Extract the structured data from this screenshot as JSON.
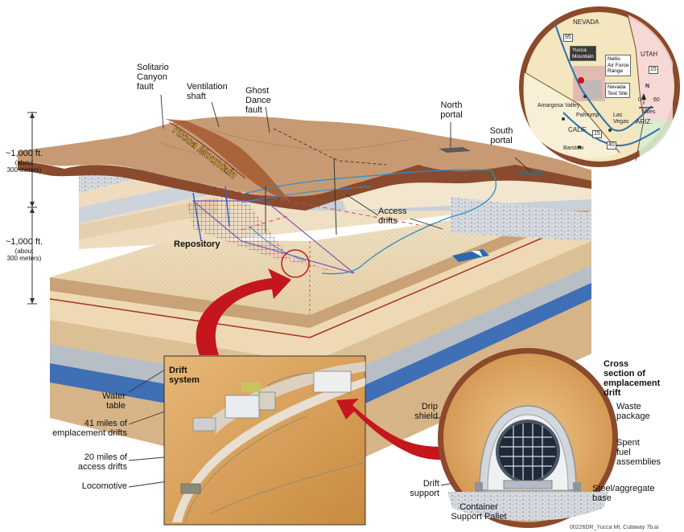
{
  "labels": {
    "solitario": "Solitario\nCanyon\nfault",
    "ventilation": "Ventilation\nshaft",
    "ghost_dance": "Ghost\nDance\nfault",
    "north_portal": "North\nportal",
    "south_portal": "South\nportal",
    "yucca_mountain": "Yucca Mountain",
    "depth_upper": "~1,000 ft.",
    "depth_upper_sub": "(about\n300 meters)",
    "depth_lower": "~1,000 ft.",
    "depth_lower_sub": "(about\n300 meters)",
    "access_drifts": "Access\ndrifts",
    "repository": "Repository",
    "water_table": "Water\ntable",
    "emplacement_drifts": "41 miles of\nemplacement drifts",
    "access_miles": "20 miles of\naccess drifts",
    "locomotive": "Locomotive",
    "drift_system": "Drift\nsystem",
    "cross_section": "Cross\nsection of\nemplacement\ndrift",
    "drip_shield": "Drip\nshield",
    "waste_package": "Waste\npackage",
    "spent_fuel": "Spent\nfuel\nassemblies",
    "drift_support": "Drift\nsupport",
    "steel_base": "Steel/aggregate\nbase",
    "container_pallet": "Container\nSupport Pallet",
    "footer": "00226DR_Yucca Mt. Cutaway 7b.ai"
  },
  "map": {
    "nevada": "NEVADA",
    "utah": "UTAH",
    "ariz": "ARIZ.",
    "calif": "CALIF.",
    "yucca": "Yucca\nMountain",
    "nellis": "Nellis\nAir Force\nRange",
    "test_site": "Nevada\nTest Site",
    "amargosa": "Amargosa Valley",
    "pahrump": "Pahrump",
    "las_vegas": "Las\nVegas",
    "barstow": "Barstow",
    "north": "N",
    "scale_0": "0",
    "scale_60": "60",
    "miles": "Miles",
    "hwy_95": "95",
    "hwy_15": "15",
    "hwy_40": "40",
    "hwy_15b": "15"
  },
  "colors": {
    "mountain": "#8a4a2e",
    "mountain_light": "#b8785a",
    "ground": "#e3c49a",
    "sand": "#f0d7b0",
    "deep": "#d9b98e",
    "water": "#3f6fb5",
    "gray": "#9aa0a8",
    "drift_bg": "#d7a45f",
    "red_arrow": "#c4161c",
    "map_bg": "#f3e3b8",
    "map_ring": "#8b4a2b"
  }
}
